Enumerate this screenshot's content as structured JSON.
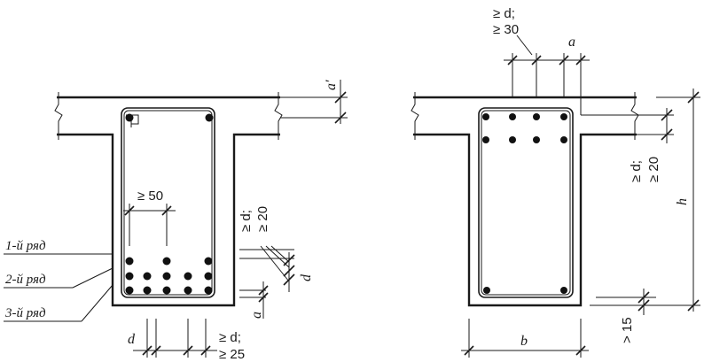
{
  "left_section": {
    "row_labels": [
      "3-й ряд",
      "2-й ряд",
      "1-й ряд"
    ],
    "dim_bar_spacing": "≥ 50",
    "dim_clear_d_line1": "≥ d;",
    "dim_clear_d_line2": "≥ 25",
    "dim_vertical_d_line1": "≥ d;",
    "dim_vertical_d_line2": "≥ 20",
    "dim_d_bottom": "d",
    "dim_d_side": "d",
    "dim_a_side": "a",
    "dim_a_prime": "a′"
  },
  "right_section": {
    "dim_top_line1": "≥ d;",
    "dim_top_line2": "≥ 30",
    "dim_a_top": "a",
    "dim_vertical_line1": "≥ d;",
    "dim_vertical_line2": "≥ 20",
    "dim_h": "h",
    "dim_b": "b",
    "dim_cover_bottom": "> 15"
  }
}
